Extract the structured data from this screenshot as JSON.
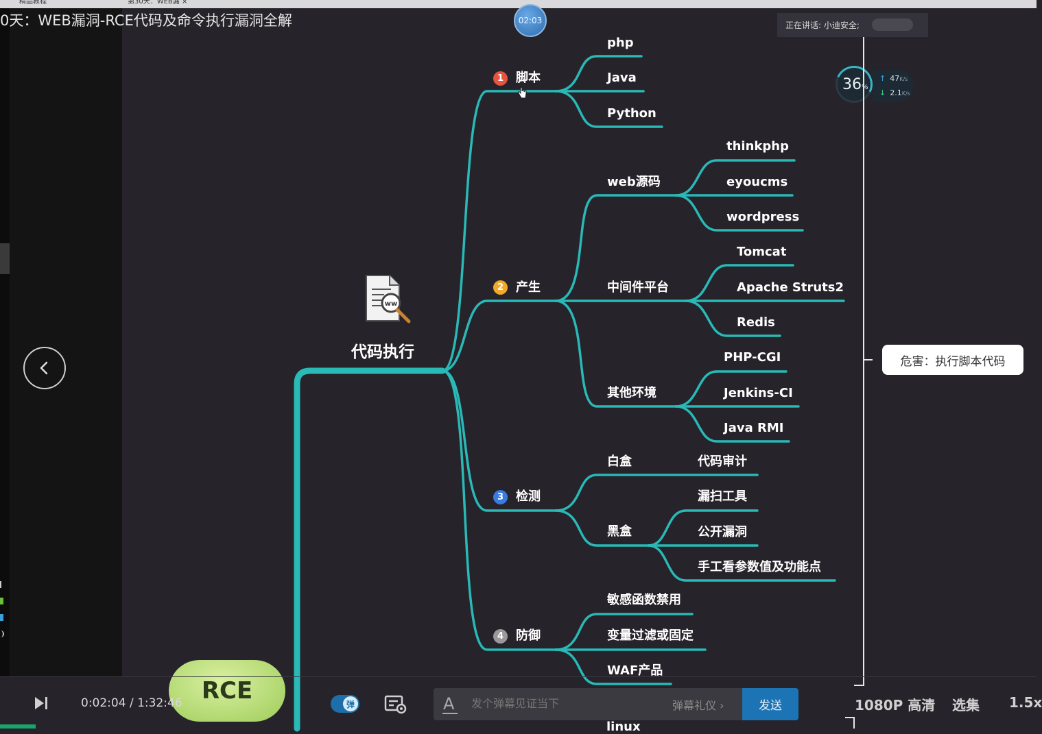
{
  "window": {
    "title": "0天：WEB漏洞-RCE代码及命令执行漏洞全解",
    "tab_fragments": [
      "精品教程",
      "第30天：WEB漏 ×"
    ]
  },
  "timer": {
    "value": "02:03"
  },
  "speaking": {
    "label": "正在讲话: 小迪安全;"
  },
  "network_monitor": {
    "cpu_percent": "36",
    "percent_sign": "%",
    "upload": "47",
    "upload_unit": "K/s",
    "download": "2.1",
    "download_unit": "K/s"
  },
  "mindmap": {
    "root": "代码执行",
    "rce_node": "RCE",
    "branches": [
      {
        "number": "1",
        "label": "脚本",
        "color": "#e8533f"
      },
      {
        "number": "2",
        "label": "产生",
        "color": "#f0a92a"
      },
      {
        "number": "3",
        "label": "检测",
        "color": "#3a7be0"
      },
      {
        "number": "4",
        "label": "防御",
        "color": "#9a9a9a"
      }
    ],
    "script_children": [
      "php",
      "Java",
      "Python"
    ],
    "produce_children": {
      "web_source": {
        "label": "web源码",
        "items": [
          "thinkphp",
          "eyoucms",
          "wordpress"
        ]
      },
      "middleware": {
        "label": "中间件平台",
        "items": [
          "Tomcat",
          "Apache Struts2",
          "Redis"
        ]
      },
      "other_env": {
        "label": "其他环境",
        "items": [
          "PHP-CGI",
          "Jenkins-CI",
          "Java RMI"
        ]
      }
    },
    "detect_children": {
      "white_box": {
        "label": "白盒",
        "items": [
          "代码审计"
        ]
      },
      "black_box": {
        "label": "黑盒",
        "items": [
          "漏扫工具",
          "公开漏洞",
          "手工看参数值及功能点"
        ]
      }
    },
    "defense_children": [
      "敏感函数禁用",
      "变量过滤或固定",
      "WAF产品"
    ],
    "partial_next": "linux",
    "callout": "危害：执行脚本代码",
    "line_color": "#29b9b6"
  },
  "player": {
    "current_time": "0:02:04",
    "separator": "/",
    "duration": "1:32:46",
    "danmu_toggle_label": "弹",
    "danmu_placeholder": "发个弹幕见证当下",
    "danmu_gift": "弹幕礼仪 ›",
    "send_label": "发送",
    "quality": "1080P 高清",
    "episodes": "选集",
    "speed": "1.5x",
    "progress_fraction": 0.023
  }
}
